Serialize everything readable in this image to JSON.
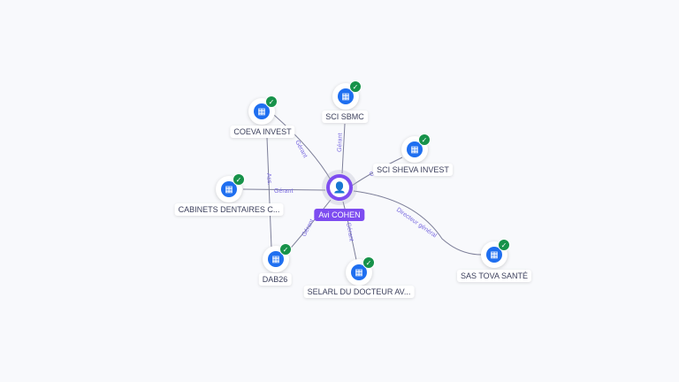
{
  "person": {
    "name": "Avi COHEN",
    "icon": "person-icon"
  },
  "companies": [
    {
      "name": "COEVA INVEST",
      "icon": "building-icon",
      "verified": true
    },
    {
      "name": "SCI SBMC",
      "icon": "building-icon",
      "verified": true
    },
    {
      "name": "SCI SHEVA INVEST",
      "icon": "building-icon",
      "verified": true
    },
    {
      "name": "CABINETS DENTAIRES C...",
      "icon": "building-icon",
      "verified": true
    },
    {
      "name": "DAB26",
      "icon": "building-icon",
      "verified": true
    },
    {
      "name": "SELARL DU DOCTEUR AV...",
      "icon": "building-icon",
      "verified": true
    },
    {
      "name": "SAS TOVA SANTÉ",
      "icon": "building-icon",
      "verified": true
    }
  ],
  "edges": [
    {
      "label": "Gérant"
    },
    {
      "label": "Gérant"
    },
    {
      "label": "G"
    },
    {
      "label": "Gérant"
    },
    {
      "label": "Gérant"
    },
    {
      "label": "Gérant"
    },
    {
      "label": "Directeur général"
    },
    {
      "label": "Ass."
    }
  ],
  "colors": {
    "accent": "#7d4cf0",
    "company": "#1f6ff0",
    "verified": "#17924a"
  }
}
